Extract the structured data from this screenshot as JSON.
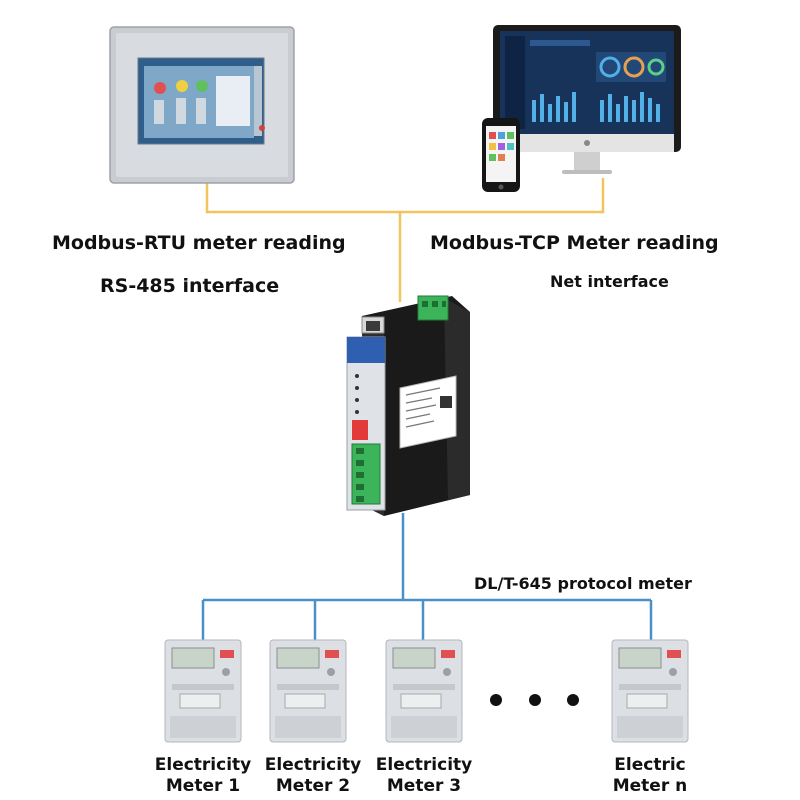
{
  "labels": {
    "rtu_title": "Modbus-RTU meter reading",
    "rtu_interface": "RS-485 interface",
    "tcp_title": "Modbus-TCP Meter reading",
    "tcp_interface": "Net interface",
    "protocol": "DL/T-645 protocol meter"
  },
  "meters": [
    {
      "line1": "Electricity",
      "line2": "Meter 1"
    },
    {
      "line1": "Electricity",
      "line2": "Meter 2"
    },
    {
      "line1": "Electricity",
      "line2": "Meter 3"
    },
    {
      "line1": "Electric",
      "line2": "Meter n"
    }
  ],
  "colors": {
    "rs485_line": "#f2c55c",
    "meter_bus_line": "#4a90c8",
    "gateway_body": "#1a1a1a",
    "terminal_green": "#3cb55a",
    "hmi_bezel": "#c9ccd1",
    "meter_body": "#dcdfe3"
  }
}
